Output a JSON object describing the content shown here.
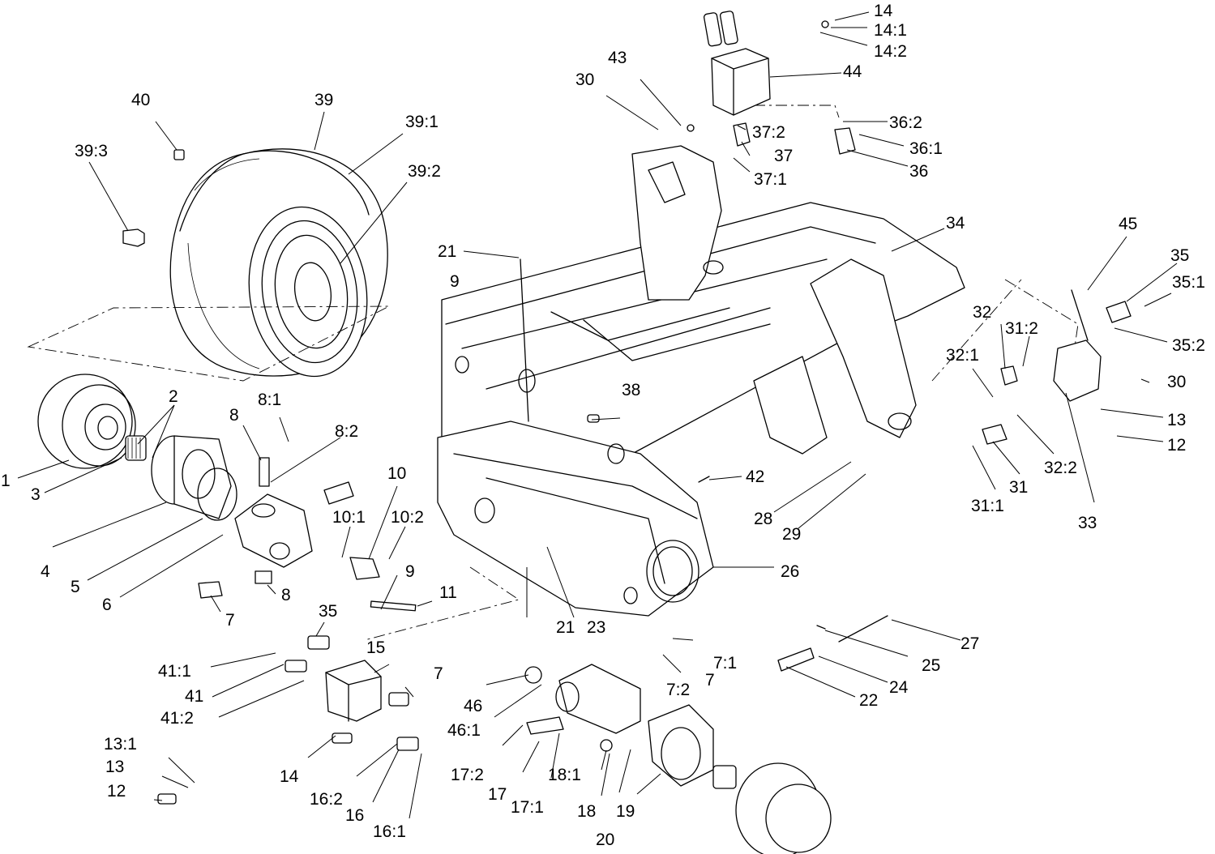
{
  "callouts": [
    {
      "id": "c1",
      "text": "1"
    },
    {
      "id": "c2",
      "text": "2"
    },
    {
      "id": "c3",
      "text": "3"
    },
    {
      "id": "c4",
      "text": "4"
    },
    {
      "id": "c5",
      "text": "5"
    },
    {
      "id": "c6",
      "text": "6"
    },
    {
      "id": "c7a",
      "text": "7"
    },
    {
      "id": "c7b",
      "text": "7"
    },
    {
      "id": "c7c",
      "text": "7"
    },
    {
      "id": "c71",
      "text": "7:1"
    },
    {
      "id": "c72",
      "text": "7:2"
    },
    {
      "id": "c8a",
      "text": "8"
    },
    {
      "id": "c8b",
      "text": "8"
    },
    {
      "id": "c81",
      "text": "8:1"
    },
    {
      "id": "c82",
      "text": "8:2"
    },
    {
      "id": "c9a",
      "text": "9"
    },
    {
      "id": "c9b",
      "text": "9"
    },
    {
      "id": "c10",
      "text": "10"
    },
    {
      "id": "c101",
      "text": "10:1"
    },
    {
      "id": "c102",
      "text": "10:2"
    },
    {
      "id": "c11",
      "text": "11"
    },
    {
      "id": "c12a",
      "text": "12"
    },
    {
      "id": "c12b",
      "text": "12"
    },
    {
      "id": "c13a",
      "text": "13"
    },
    {
      "id": "c13b",
      "text": "13"
    },
    {
      "id": "c131",
      "text": "13:1"
    },
    {
      "id": "c14a",
      "text": "14"
    },
    {
      "id": "c14b",
      "text": "14"
    },
    {
      "id": "c141",
      "text": "14:1"
    },
    {
      "id": "c142",
      "text": "14:2"
    },
    {
      "id": "c15",
      "text": "15"
    },
    {
      "id": "c16",
      "text": "16"
    },
    {
      "id": "c161",
      "text": "16:1"
    },
    {
      "id": "c162",
      "text": "16:2"
    },
    {
      "id": "c17",
      "text": "17"
    },
    {
      "id": "c171",
      "text": "17:1"
    },
    {
      "id": "c172",
      "text": "17:2"
    },
    {
      "id": "c18",
      "text": "18"
    },
    {
      "id": "c181",
      "text": "18:1"
    },
    {
      "id": "c19",
      "text": "19"
    },
    {
      "id": "c20",
      "text": "20"
    },
    {
      "id": "c21a",
      "text": "21"
    },
    {
      "id": "c21b",
      "text": "21"
    },
    {
      "id": "c22",
      "text": "22"
    },
    {
      "id": "c23",
      "text": "23"
    },
    {
      "id": "c24",
      "text": "24"
    },
    {
      "id": "c25",
      "text": "25"
    },
    {
      "id": "c26",
      "text": "26"
    },
    {
      "id": "c27",
      "text": "27"
    },
    {
      "id": "c28",
      "text": "28"
    },
    {
      "id": "c29",
      "text": "29"
    },
    {
      "id": "c30a",
      "text": "30"
    },
    {
      "id": "c30b",
      "text": "30"
    },
    {
      "id": "c31",
      "text": "31"
    },
    {
      "id": "c311",
      "text": "31:1"
    },
    {
      "id": "c312",
      "text": "31:2"
    },
    {
      "id": "c32",
      "text": "32"
    },
    {
      "id": "c321",
      "text": "32:1"
    },
    {
      "id": "c322",
      "text": "32:2"
    },
    {
      "id": "c33",
      "text": "33"
    },
    {
      "id": "c34",
      "text": "34"
    },
    {
      "id": "c35a",
      "text": "35"
    },
    {
      "id": "c35b",
      "text": "35"
    },
    {
      "id": "c351",
      "text": "35:1"
    },
    {
      "id": "c352",
      "text": "35:2"
    },
    {
      "id": "c36",
      "text": "36"
    },
    {
      "id": "c361",
      "text": "36:1"
    },
    {
      "id": "c362",
      "text": "36:2"
    },
    {
      "id": "c37",
      "text": "37"
    },
    {
      "id": "c371",
      "text": "37:1"
    },
    {
      "id": "c372",
      "text": "37:2"
    },
    {
      "id": "c38",
      "text": "38"
    },
    {
      "id": "c39",
      "text": "39"
    },
    {
      "id": "c391",
      "text": "39:1"
    },
    {
      "id": "c392",
      "text": "39:2"
    },
    {
      "id": "c393",
      "text": "39:3"
    },
    {
      "id": "c40",
      "text": "40"
    },
    {
      "id": "c41",
      "text": "41"
    },
    {
      "id": "c411",
      "text": "41:1"
    },
    {
      "id": "c412",
      "text": "41:2"
    },
    {
      "id": "c42",
      "text": "42"
    },
    {
      "id": "c43",
      "text": "43"
    },
    {
      "id": "c44",
      "text": "44"
    },
    {
      "id": "c45",
      "text": "45"
    },
    {
      "id": "c46",
      "text": "46"
    },
    {
      "id": "c461",
      "text": "46:1"
    }
  ]
}
